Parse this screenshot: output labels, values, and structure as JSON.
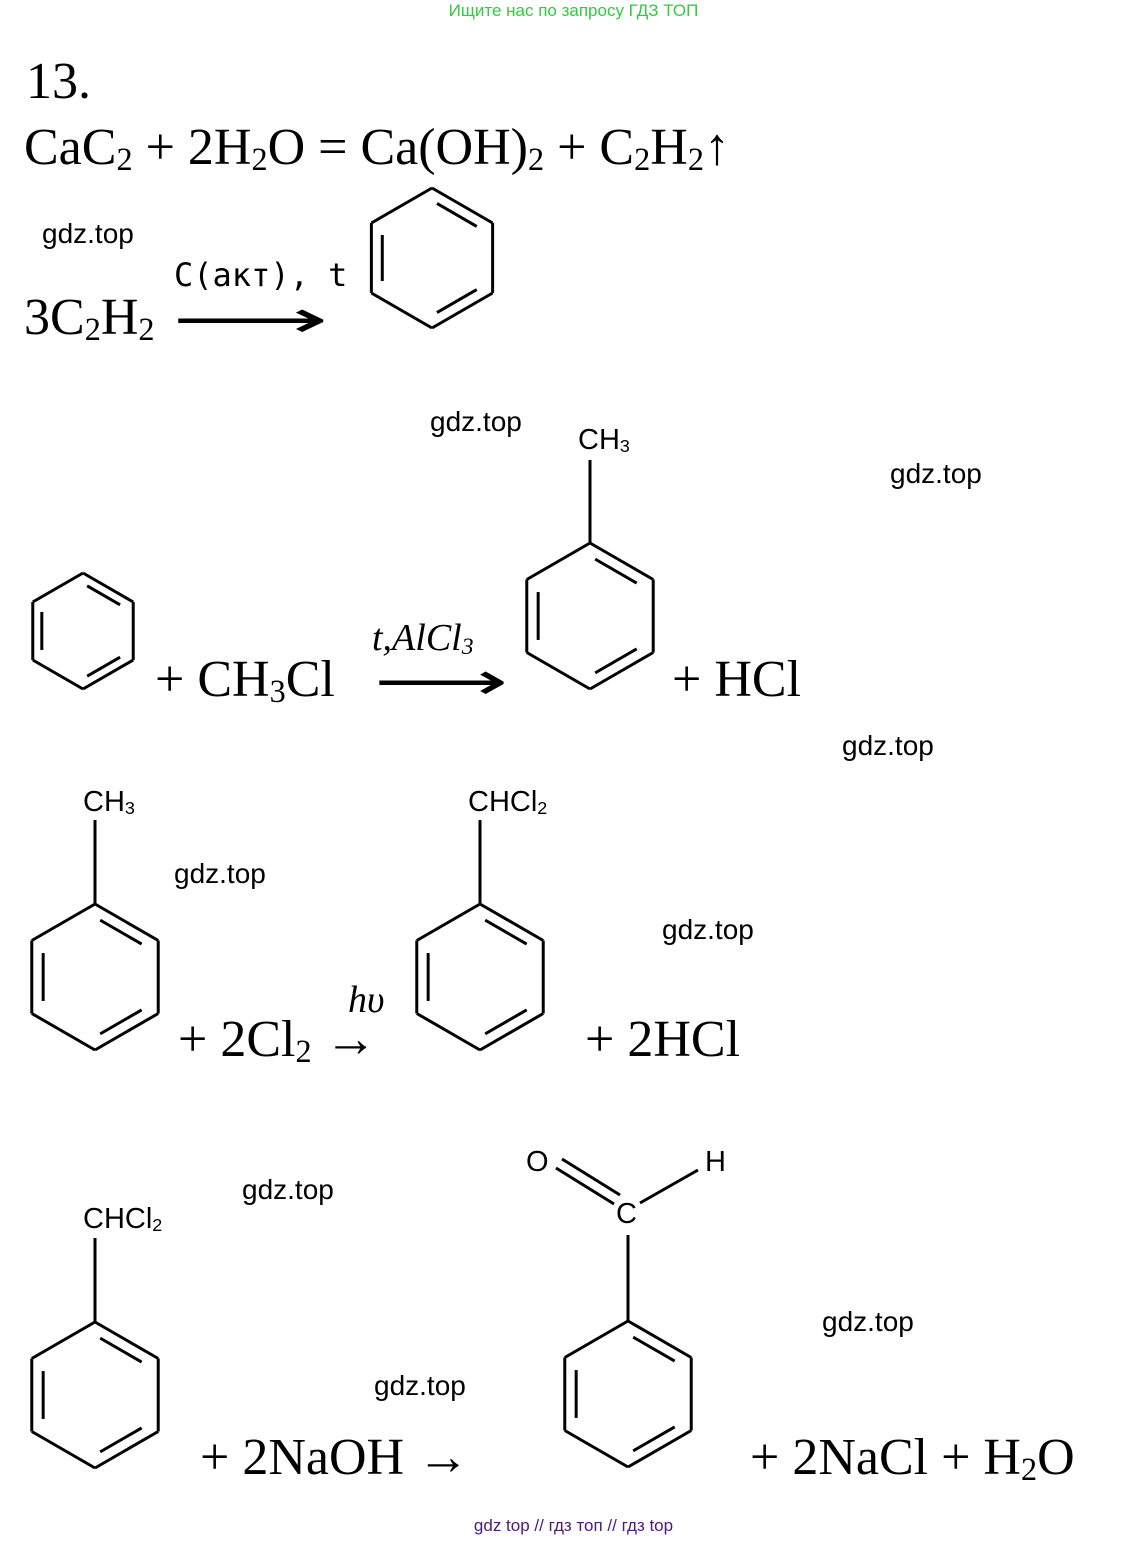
{
  "header": {
    "promo": "Ищите нас по запросу ГДЗ ТОП"
  },
  "footer": {
    "links": "gdz top  //  гдз топ  //  гдз top"
  },
  "task_number": "13.",
  "watermark": "gdz.top",
  "eq1": {
    "lhs": "CaC",
    "s1": "2",
    "plus1": " + 2H",
    "s2": "2",
    "o": "O = Ca(OH)",
    "s3": "2",
    "plus2": " + C",
    "s4": "2",
    "h": "H",
    "s5": "2",
    "arrow": "↑"
  },
  "eq2": {
    "lhs": "3C",
    "s1": "2",
    "h": "H",
    "s2": "2",
    "condition": "C(акт),  t",
    "arrow": "⟶"
  },
  "eq3": {
    "plus": "+ CH",
    "s1": "3",
    "cl": "Cl",
    "cond": "t,AlCl",
    "cs": "3",
    "arrow": "⟶",
    "product_sub": "CH",
    "ps": "3",
    "rhs": "+ HCl"
  },
  "eq4": {
    "reactant_sub": "CH",
    "rs": "3",
    "plus": "+ 2Cl",
    "s1": "2",
    "cond": "hυ",
    "arrow": "→",
    "product_sub": "CHCl",
    "ps": "2",
    "rhs": "+ 2HCl"
  },
  "eq5": {
    "reactant_sub": "CHCl",
    "rs": "2",
    "plus": "+ 2NaOH →",
    "o": "O",
    "c": "C",
    "h": "H",
    "rhs1": "+ 2NaCl + H",
    "rs2": "2",
    "rhs2": "O"
  }
}
